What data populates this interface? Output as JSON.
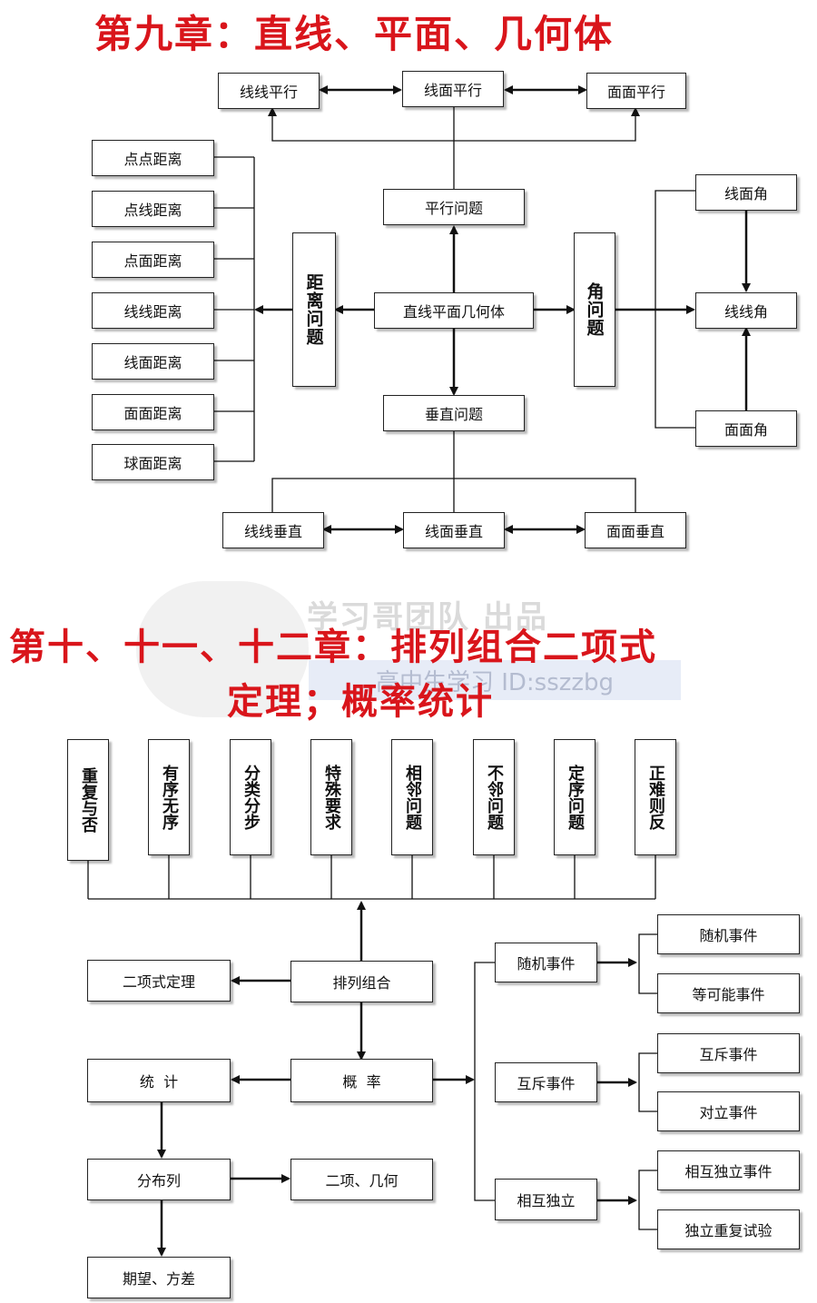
{
  "headings": {
    "ch9": "第九章：直线、平面、几何体",
    "ch10_line1": "第十、十一、十二章：排列组合二项式",
    "ch10_line2": "定理；概率统计"
  },
  "watermark": {
    "top": "学习哥团队 出品",
    "id": "高中生学习 ID:sszzbg"
  },
  "ch9": {
    "center": "直线平面几何体",
    "parallel": "平行问题",
    "perpendicular": "垂直问题",
    "distance": "距离问题",
    "angle": "角问题",
    "parallel_items": [
      "线线平行",
      "线面平行",
      "面面平行"
    ],
    "perp_items": [
      "线线垂直",
      "线面垂直",
      "面面垂直"
    ],
    "distance_items": [
      "点点距离",
      "点线距离",
      "点面距离",
      "线线距离",
      "线面距离",
      "面面距离",
      "球面距离"
    ],
    "angle_items": [
      "线面角",
      "线线角",
      "面面角"
    ]
  },
  "ch10": {
    "methods": [
      "重复与否",
      "有序无序",
      "分类分步",
      "特殊要求",
      "相邻问题",
      "不邻问题",
      "定序问题",
      "正难则反"
    ],
    "perm": "排列组合",
    "binomial": "二项式定理",
    "prob": "概  率",
    "stat": "统  计",
    "dist": "分布列",
    "dist_types": "二项、几何",
    "expect": "期望、方差",
    "random": "随机事件",
    "exclusive": "互斥事件",
    "independent": "相互独立",
    "random_items": [
      "随机事件",
      "等可能事件"
    ],
    "exclusive_items": [
      "互斥事件",
      "对立事件"
    ],
    "independent_items": [
      "相互独立事件",
      "独立重复试验"
    ]
  }
}
